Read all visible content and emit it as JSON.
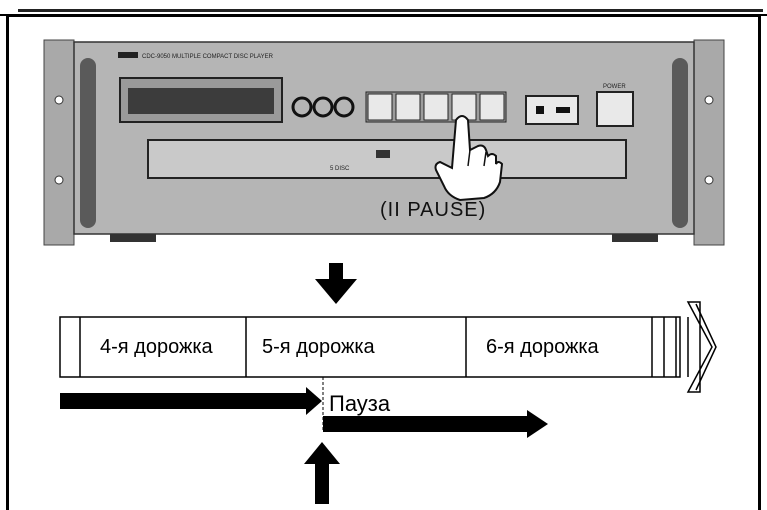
{
  "device": {
    "model_text": "CDC-9050 MULTIPLE COMPACT DISC PLAYER",
    "caption": "(II PAUSE)",
    "disc_text": "5 DISC"
  },
  "timeline": {
    "tracks": [
      "4-я дорожка",
      "5-я дорожка",
      "6-я дорожка"
    ],
    "pause_label": "Пауза"
  },
  "colors": {
    "panel": "#b3b3b3",
    "panel_dark": "#8a8a8a",
    "arrow": "#000000"
  },
  "icons": [
    "hand-pointer-icon",
    "down-arrow-icon",
    "up-arrow-icon",
    "forward-arrow-icon"
  ]
}
